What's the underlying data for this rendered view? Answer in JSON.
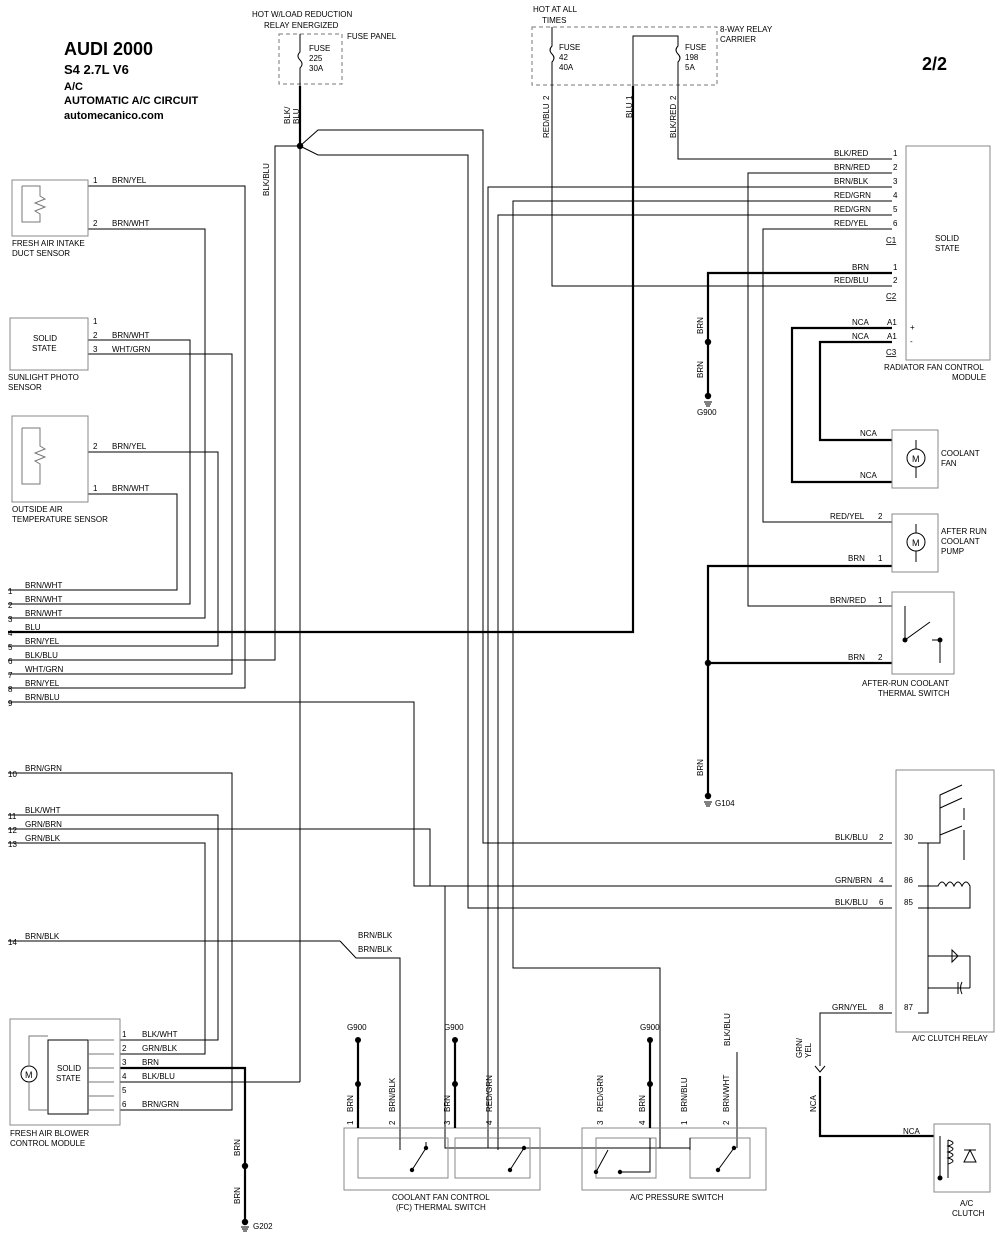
{
  "header": {
    "make_year": "AUDI 2000",
    "model": "S4  2.7L  V6",
    "system": "A/C",
    "circuit": "AUTOMATIC A/C CIRCUIT",
    "source": "automecanico.com",
    "page": "2/2"
  },
  "top": {
    "hot_wload_1": "HOT W/LOAD REDUCTION",
    "hot_wload_2": "RELAY ENERGIZED",
    "fuse_panel": "FUSE PANEL",
    "fuse225": [
      "FUSE",
      "225",
      "30A"
    ],
    "hot_at_all_1": "HOT AT ALL",
    "hot_at_all_2": "TIMES",
    "relay_carrier_1": "8-WAY RELAY",
    "relay_carrier_2": "CARRIER",
    "fuse42": [
      "FUSE",
      "42",
      "40A"
    ],
    "fuse198": [
      "FUSE",
      "198",
      "5A"
    ],
    "wire_blk_blu_top": [
      "BLK/",
      "BLU"
    ],
    "wire_red_blu": "RED/BLU",
    "pin_2a": "2",
    "wire_blu": "BLU",
    "pin_1a": "1",
    "wire_blk_red": "BLK/RED",
    "pin_2b": "2",
    "wire_blk_blu_vert": "BLK/BLU"
  },
  "sensors": {
    "fresh_air_intake": {
      "name1": "FRESH AIR INTAKE",
      "name2": "DUCT SENSOR",
      "pins": [
        {
          "pin": "1",
          "wire": "BRN/YEL"
        },
        {
          "pin": "2",
          "wire": "BRN/WHT"
        }
      ]
    },
    "sunlight": {
      "inner1": "SOLID",
      "inner2": "STATE",
      "name1": "SUNLIGHT PHOTO",
      "name2": "SENSOR",
      "pins": [
        {
          "pin": "1",
          "wire": ""
        },
        {
          "pin": "2",
          "wire": "BRN/WHT"
        },
        {
          "pin": "3",
          "wire": "WHT/GRN"
        }
      ]
    },
    "outside_air": {
      "name1": "OUTSIDE AIR",
      "name2": "TEMPERATURE SENSOR",
      "pins": [
        {
          "pin": "2",
          "wire": "BRN/YEL"
        },
        {
          "pin": "1",
          "wire": "BRN/WHT"
        }
      ]
    }
  },
  "left_connector": [
    {
      "pin": "1",
      "wire": "BRN/WHT"
    },
    {
      "pin": "2",
      "wire": "BRN/WHT"
    },
    {
      "pin": "3",
      "wire": "BRN/WHT"
    },
    {
      "pin": "4",
      "wire": "BLU"
    },
    {
      "pin": "5",
      "wire": "BRN/YEL"
    },
    {
      "pin": "6",
      "wire": "BLK/BLU"
    },
    {
      "pin": "7",
      "wire": "WHT/GRN"
    },
    {
      "pin": "8",
      "wire": "BRN/YEL"
    },
    {
      "pin": "9",
      "wire": "BRN/BLU"
    },
    {
      "pin": "10",
      "wire": "BRN/GRN"
    },
    {
      "pin": "11",
      "wire": "BLK/WHT"
    },
    {
      "pin": "12",
      "wire": "GRN/BRN"
    },
    {
      "pin": "13",
      "wire": "GRN/BLK"
    },
    {
      "pin": "14",
      "wire": "BRN/BLK"
    }
  ],
  "radiator_module": {
    "inner1": "SOLID",
    "inner2": "STATE",
    "name1": "RADIATOR FAN CONTROL",
    "name2": "MODULE",
    "c1_pins": [
      {
        "pin": "1",
        "wire": "BLK/RED"
      },
      {
        "pin": "2",
        "wire": "BRN/RED"
      },
      {
        "pin": "3",
        "wire": "BRN/BLK"
      },
      {
        "pin": "4",
        "wire": "RED/GRN"
      },
      {
        "pin": "5",
        "wire": "RED/GRN"
      },
      {
        "pin": "6",
        "wire": "RED/YEL"
      }
    ],
    "c1": "C1",
    "c2_pins": [
      {
        "pin": "1",
        "wire": "BRN"
      },
      {
        "pin": "2",
        "wire": "RED/BLU"
      }
    ],
    "c2": "C2",
    "c3_pins": [
      {
        "pin": "A1",
        "wire": "NCA"
      },
      {
        "pin": "A1",
        "wire": "NCA"
      }
    ],
    "c3": "C3",
    "plus": "+",
    "minus": "-"
  },
  "grounds": {
    "g900": "G900",
    "g104": "G104",
    "g202": "G202",
    "brn": "BRN"
  },
  "coolant_fan": {
    "name1": "COOLANT",
    "name2": "FAN",
    "motor": "M",
    "wire1": "NCA",
    "wire2": "NCA"
  },
  "afterrun_pump": {
    "name1": "AFTER RUN",
    "name2": "COOLANT",
    "name3": "PUMP",
    "motor": "M",
    "pins": [
      {
        "pin": "2",
        "wire": "RED/YEL"
      },
      {
        "pin": "1",
        "wire": "BRN"
      }
    ]
  },
  "afterrun_switch": {
    "name1": "AFTER-RUN COOLANT",
    "name2": "THERMAL SWITCH",
    "pins": [
      {
        "pin": "1",
        "wire": "BRN/RED"
      },
      {
        "pin": "2",
        "wire": "BRN"
      }
    ]
  },
  "ac_relay": {
    "name": "A/C CLUTCH RELAY",
    "pins": [
      {
        "pin": "2",
        "wire": "BLK/BLU",
        "term": "30"
      },
      {
        "pin": "4",
        "wire": "GRN/BRN",
        "term": "86"
      },
      {
        "pin": "6",
        "wire": "BLK/BLU",
        "term": "85"
      },
      {
        "pin": "8",
        "wire": "GRN/YEL",
        "term": "87"
      }
    ]
  },
  "ac_clutch": {
    "name1": "A/C",
    "name2": "CLUTCH",
    "wire": "NCA",
    "wire_v1": "GRN/",
    "wire_v2": "YEL",
    "wire_v3": "NCA"
  },
  "blower": {
    "inner1": "SOLID",
    "inner2": "STATE",
    "motor": "M",
    "name1": "FRESH AIR BLOWER",
    "name2": "CONTROL MODULE",
    "pins": [
      {
        "pin": "1",
        "wire": "BLK/WHT"
      },
      {
        "pin": "2",
        "wire": "GRN/BLK"
      },
      {
        "pin": "3",
        "wire": "BRN"
      },
      {
        "pin": "4",
        "wire": "BLK/BLU"
      },
      {
        "pin": "5",
        "wire": ""
      },
      {
        "pin": "6",
        "wire": "BRN/GRN"
      }
    ]
  },
  "splice_labels": {
    "brn_blk_1": "BRN/BLK",
    "brn_blk_2": "BRN/BLK"
  },
  "fc_switch": {
    "name1": "COOLANT FAN CONTROL",
    "name2": "(FC) THERMAL SWITCH",
    "pins": [
      {
        "pin": "1",
        "wire": "BRN"
      },
      {
        "pin": "2",
        "wire": "BRN/BLK"
      },
      {
        "pin": "3",
        "wire": "BRN"
      },
      {
        "pin": "4",
        "wire": "RED/GRN"
      }
    ]
  },
  "pressure_switch": {
    "name": "A/C PRESSURE SWITCH",
    "pins": [
      {
        "pin": "3",
        "wire": "RED/GRN"
      },
      {
        "pin": "4",
        "wire": "BRN"
      },
      {
        "pin": "1",
        "wire": "BRN/BLU"
      },
      {
        "pin": "2",
        "wire": "BRN/WHT"
      }
    ],
    "blk_blu": "BLK/BLU"
  }
}
